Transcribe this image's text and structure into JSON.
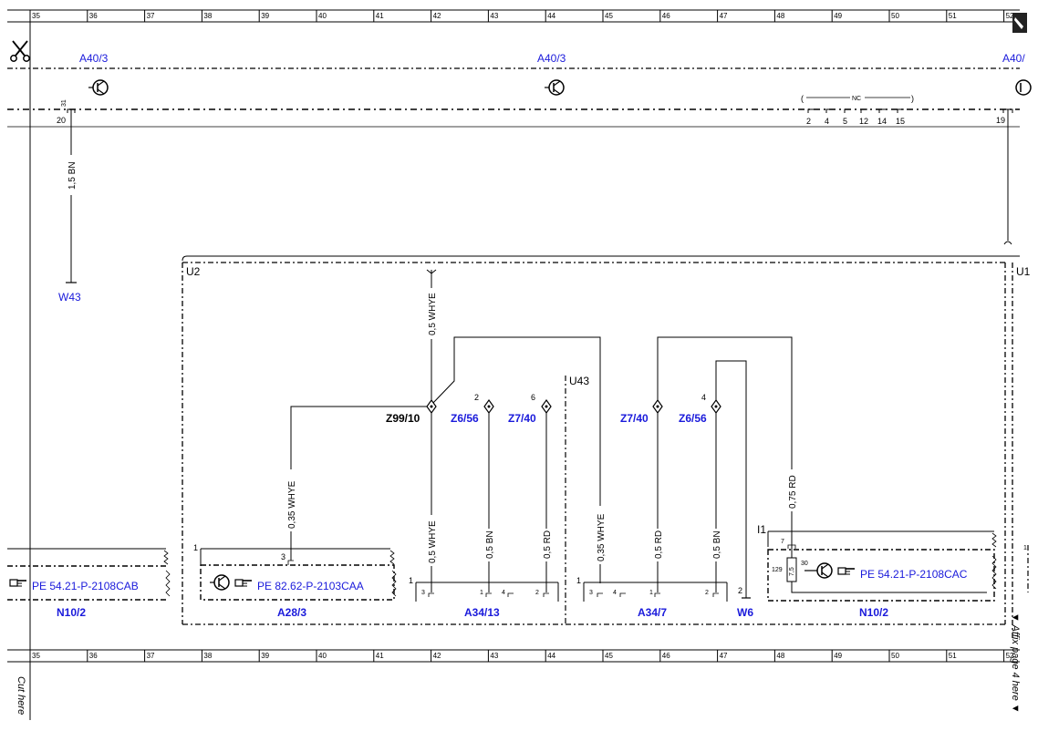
{
  "ruler": {
    "columns": [
      "35",
      "36",
      "37",
      "38",
      "39",
      "40",
      "41",
      "42",
      "43",
      "44",
      "45",
      "46",
      "47",
      "48",
      "49",
      "50",
      "51",
      "52"
    ]
  },
  "modules": {
    "a40_left": "A40/3",
    "a40_mid": "A40/3",
    "a40_right": "A40/",
    "u2": "U2",
    "u1": "U1",
    "u43": "U43",
    "w43": "W43",
    "n10_left": "N10/2",
    "a28": "A28/3",
    "a34_13": "A34/13",
    "a34_7": "A34/7",
    "w6": "W6",
    "n10_right": "N10/2",
    "i1": "I1"
  },
  "connectors": {
    "z99_10": "Z99/10",
    "z6_56_a": "Z6/56",
    "z7_40_a": "Z7/40",
    "z7_40_b": "Z7/40",
    "z6_56_b": "Z6/56"
  },
  "references": {
    "pe_left": "PE 54.21-P-2108CAB",
    "pe_a28": "PE 82.62-P-2103CAA",
    "pe_right": "PE 54.21-P-2108CAC"
  },
  "wires": {
    "w_15bn": "1,5 BN",
    "w_05whye_top": "0,5 WHYE",
    "w_035whye_left": "0,35 WHYE",
    "w_05whye_low": "0,5 WHYE",
    "w_05bn_a": "0,5 BN",
    "w_05rd_a": "0,5 RD",
    "w_035whye_mid": "0,35 WHYE",
    "w_05rd_b": "0,5 RD",
    "w_05bn_b": "0,5 BN",
    "w_075rd": "0,75 RD"
  },
  "pins": {
    "p31": "31",
    "p20": "20",
    "p19": "19",
    "nc": "NC",
    "nc_pins": [
      "2",
      "4",
      "5",
      "12",
      "14",
      "15"
    ],
    "z6a_pin": "2",
    "z7a_pin": "6",
    "z6b_pin": "4",
    "a28_pin1": "1",
    "a28_pin3": "3",
    "a3413_pin1": "1",
    "a3413_p3": "3",
    "a3413_p1b": "1",
    "a3413_p4": "4",
    "a3413_p2": "2",
    "a347_pin1": "1",
    "a347_p3": "3",
    "a347_p4": "4",
    "a347_p1b": "1",
    "a347_p2": "2",
    "w6_pin": "2",
    "n10r_p7": "7",
    "n10r_p129": "129",
    "n10r_p30": "30",
    "n10r_p75": "7,5",
    "right_edge_1": "1"
  },
  "margin_notes": {
    "cut_here": "Cut here",
    "affix": "▼ Affix page 4 here ▼"
  },
  "icons": {
    "scissors": "scissors-icon",
    "corner": "page-corner-icon",
    "transistor": "transistor-icon",
    "pointing_hand": "pointing-hand-icon"
  }
}
